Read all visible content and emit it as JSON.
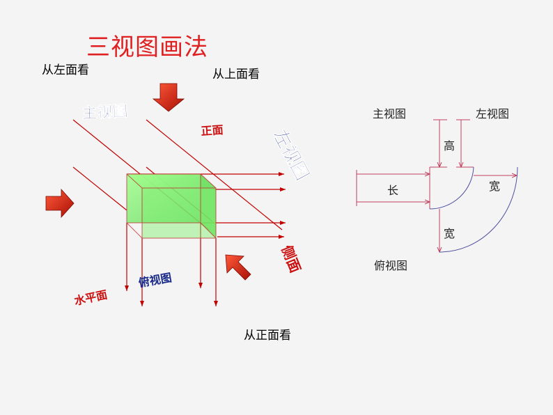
{
  "title": "三视图画法",
  "view_directions": {
    "from_left": "从左面看",
    "from_top": "从上面看",
    "from_front": "从正面看"
  },
  "projection_planes": {
    "front_view": "主视图",
    "front_plane": "正面",
    "left_view": "左视图",
    "side_plane": "侧面",
    "top_view": "俯视图",
    "horizontal_plane": "水平面"
  },
  "layout_diagram": {
    "front_view": "主视图",
    "left_view": "左视图",
    "top_view": "俯视图",
    "height": "高",
    "length": "长",
    "width_right": "宽",
    "width_bottom": "宽"
  },
  "colors": {
    "title": "#e02020",
    "projection_lines": "#c00000",
    "arrow": "#cc1a0a",
    "box_fill": "#7cf06a",
    "box_edge": "#c03030",
    "view_label_blue": "#1a2a8a",
    "dim_line": "#c04060",
    "arc": "#5050a0"
  },
  "icons": [
    "arrow-down-icon",
    "arrow-right-icon",
    "arrow-diagonal-icon"
  ]
}
